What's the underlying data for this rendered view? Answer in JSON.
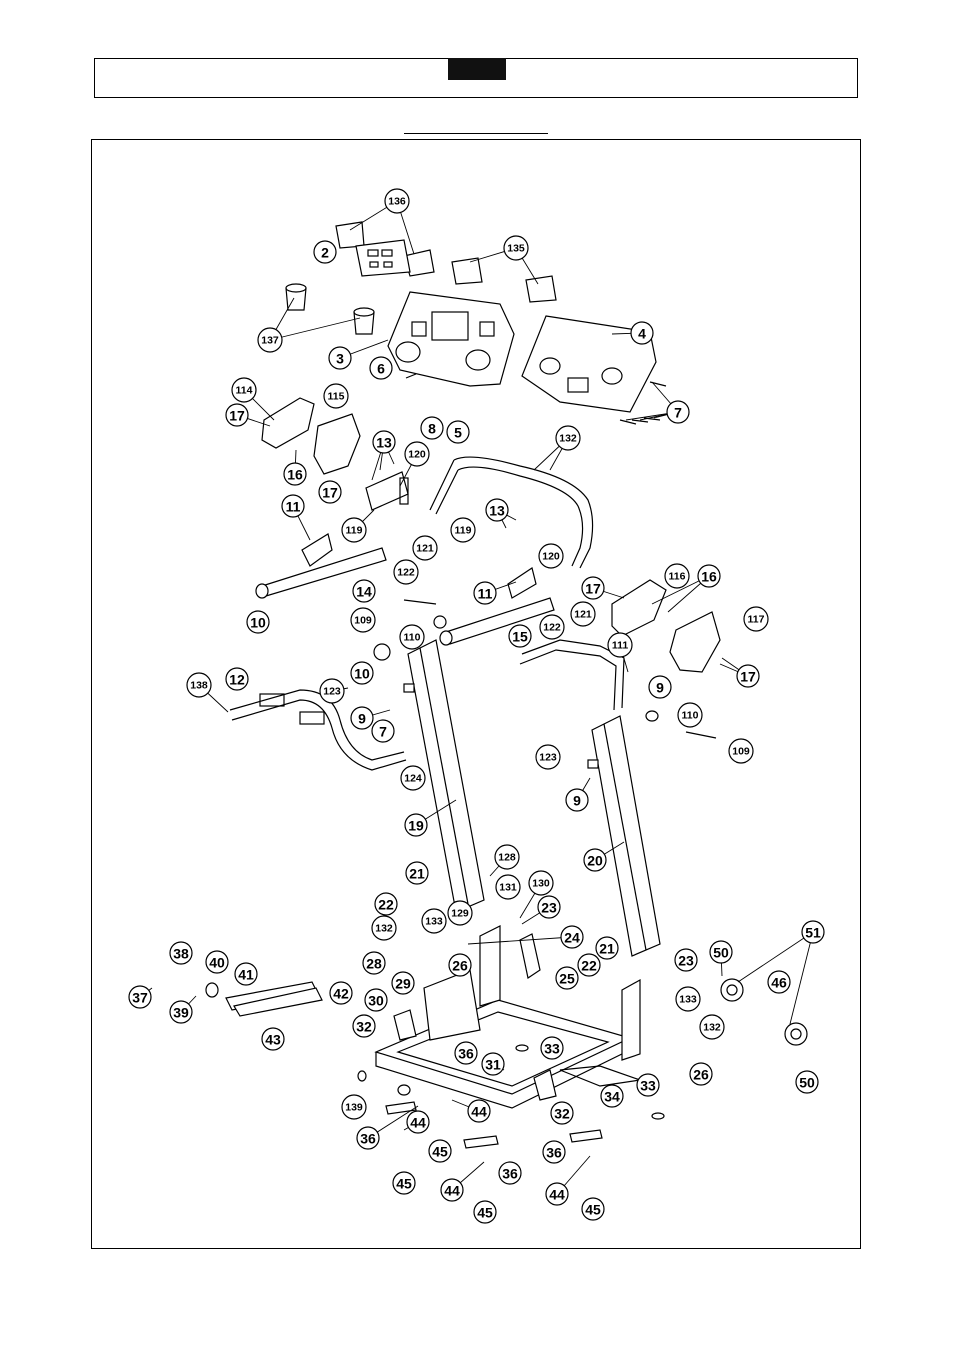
{
  "header": {
    "tab_label": ""
  },
  "diagram": {
    "callouts": [
      {
        "n": "136"
      },
      {
        "n": "2"
      },
      {
        "n": "135"
      },
      {
        "n": "137"
      },
      {
        "n": "3"
      },
      {
        "n": "4"
      },
      {
        "n": "6"
      },
      {
        "n": "7"
      },
      {
        "n": "114"
      },
      {
        "n": "115"
      },
      {
        "n": "17"
      },
      {
        "n": "16"
      },
      {
        "n": "17"
      },
      {
        "n": "13"
      },
      {
        "n": "120"
      },
      {
        "n": "8"
      },
      {
        "n": "5"
      },
      {
        "n": "132"
      },
      {
        "n": "11"
      },
      {
        "n": "119"
      },
      {
        "n": "121"
      },
      {
        "n": "122"
      },
      {
        "n": "13"
      },
      {
        "n": "119"
      },
      {
        "n": "120"
      },
      {
        "n": "14"
      },
      {
        "n": "10"
      },
      {
        "n": "109"
      },
      {
        "n": "11"
      },
      {
        "n": "15"
      },
      {
        "n": "122"
      },
      {
        "n": "121"
      },
      {
        "n": "17"
      },
      {
        "n": "116"
      },
      {
        "n": "16"
      },
      {
        "n": "117"
      },
      {
        "n": "110"
      },
      {
        "n": "10"
      },
      {
        "n": "111"
      },
      {
        "n": "9"
      },
      {
        "n": "17"
      },
      {
        "n": "138"
      },
      {
        "n": "12"
      },
      {
        "n": "123"
      },
      {
        "n": "9"
      },
      {
        "n": "7"
      },
      {
        "n": "124"
      },
      {
        "n": "110"
      },
      {
        "n": "109"
      },
      {
        "n": "123"
      },
      {
        "n": "9"
      },
      {
        "n": "19"
      },
      {
        "n": "20"
      },
      {
        "n": "128"
      },
      {
        "n": "21"
      },
      {
        "n": "131"
      },
      {
        "n": "130"
      },
      {
        "n": "22"
      },
      {
        "n": "129"
      },
      {
        "n": "23"
      },
      {
        "n": "133"
      },
      {
        "n": "132"
      },
      {
        "n": "24"
      },
      {
        "n": "21"
      },
      {
        "n": "38"
      },
      {
        "n": "40"
      },
      {
        "n": "28"
      },
      {
        "n": "26"
      },
      {
        "n": "22"
      },
      {
        "n": "25"
      },
      {
        "n": "23"
      },
      {
        "n": "50"
      },
      {
        "n": "51"
      },
      {
        "n": "41"
      },
      {
        "n": "29"
      },
      {
        "n": "37"
      },
      {
        "n": "39"
      },
      {
        "n": "42"
      },
      {
        "n": "30"
      },
      {
        "n": "46"
      },
      {
        "n": "133"
      },
      {
        "n": "32"
      },
      {
        "n": "132"
      },
      {
        "n": "43"
      },
      {
        "n": "36"
      },
      {
        "n": "33"
      },
      {
        "n": "31"
      },
      {
        "n": "26"
      },
      {
        "n": "50"
      },
      {
        "n": "139"
      },
      {
        "n": "33"
      },
      {
        "n": "44"
      },
      {
        "n": "32"
      },
      {
        "n": "34"
      },
      {
        "n": "44"
      },
      {
        "n": "36"
      },
      {
        "n": "45"
      },
      {
        "n": "36"
      },
      {
        "n": "36"
      },
      {
        "n": "45"
      },
      {
        "n": "44"
      },
      {
        "n": "44"
      },
      {
        "n": "45"
      },
      {
        "n": "45"
      }
    ]
  }
}
